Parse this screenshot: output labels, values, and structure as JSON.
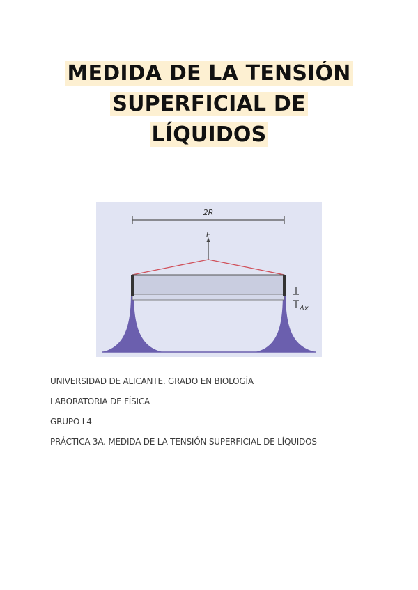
{
  "document": {
    "title_lines": [
      "MEDIDA DE LA TENSIÓN",
      "SUPERFICIAL DE",
      "LÍQUIDOS"
    ],
    "title_highlight_color": "#fdf0d2",
    "figure": {
      "labels": {
        "diameter": "2R",
        "force": "F",
        "displacement": "Δx"
      },
      "colors": {
        "background": "#e1e4f3",
        "ring_fill": "#c9cde0",
        "meniscus": "#6b5fae",
        "string": "#d0505a",
        "frame": "#333333"
      }
    },
    "info_lines": [
      "UNIVERSIDAD DE ALICANTE. GRADO EN BIOLOGÍA",
      "LABORATORIA DE FÍSICA",
      "GRUPO L4",
      "PRÁCTICA 3A. MEDIDA DE LA TENSIÓN SUPERFICIAL DE LÍQUIDOS"
    ]
  }
}
